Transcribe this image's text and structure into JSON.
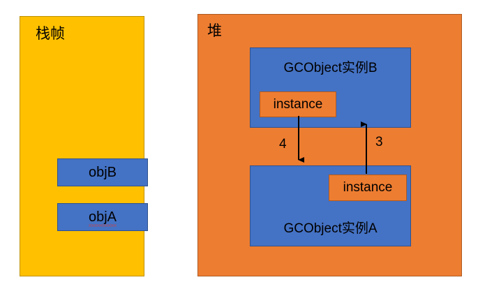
{
  "diagram": {
    "title_hidden": "",
    "stack_frame": {
      "label": "栈帧",
      "color": "#ffc000",
      "border_color": "#bf9000",
      "variables": [
        {
          "name": "objB",
          "color": "#4472c4",
          "misspelled": false
        },
        {
          "name": "objA",
          "color": "#4472c4",
          "misspelled": true
        }
      ]
    },
    "heap": {
      "label": "堆",
      "color": "#ed7d31",
      "border_color": "#ae5a21",
      "objects": [
        {
          "id": "gcobject-b",
          "label": "GCObject实例B",
          "color": "#4472c4",
          "field": {
            "label": "instance",
            "color": "#ed7d31"
          }
        },
        {
          "id": "gcobject-a",
          "label": "GCObject实例A",
          "color": "#4472c4",
          "field": {
            "label": "instance",
            "color": "#ed7d31"
          }
        }
      ]
    },
    "arrows": [
      {
        "id": "arrow-4",
        "label": "4",
        "direction": "down",
        "from": "gcobject-b.instance",
        "to": "gcobject-a"
      },
      {
        "id": "arrow-3",
        "label": "3",
        "direction": "up",
        "from": "gcobject-a.instance",
        "to": "gcobject-b"
      }
    ]
  }
}
